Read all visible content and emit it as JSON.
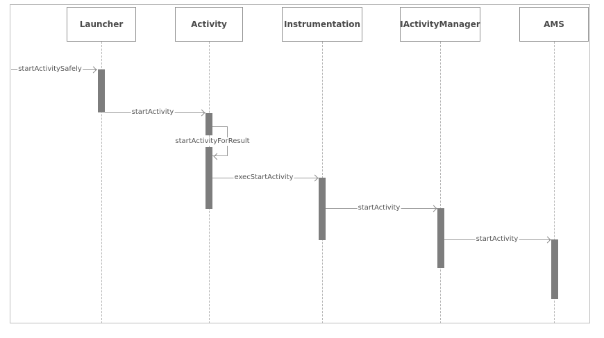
{
  "participants": [
    {
      "label": "Launcher"
    },
    {
      "label": "Activity"
    },
    {
      "label": "Instrumentation"
    },
    {
      "label": "IActivityManager"
    },
    {
      "label": "AMS"
    }
  ],
  "messages": [
    {
      "label": "startActivitySafely",
      "from": "external",
      "to": "Launcher"
    },
    {
      "label": "startActivity",
      "from": "Launcher",
      "to": "Activity"
    },
    {
      "label": "startActivityForResult",
      "from": "Activity",
      "to": "Activity"
    },
    {
      "label": "execStartActivity",
      "from": "Activity",
      "to": "Instrumentation"
    },
    {
      "label": "startActivity",
      "from": "Instrumentation",
      "to": "IActivityManager"
    },
    {
      "label": "startActivity",
      "from": "IActivityManager",
      "to": "AMS"
    }
  ]
}
